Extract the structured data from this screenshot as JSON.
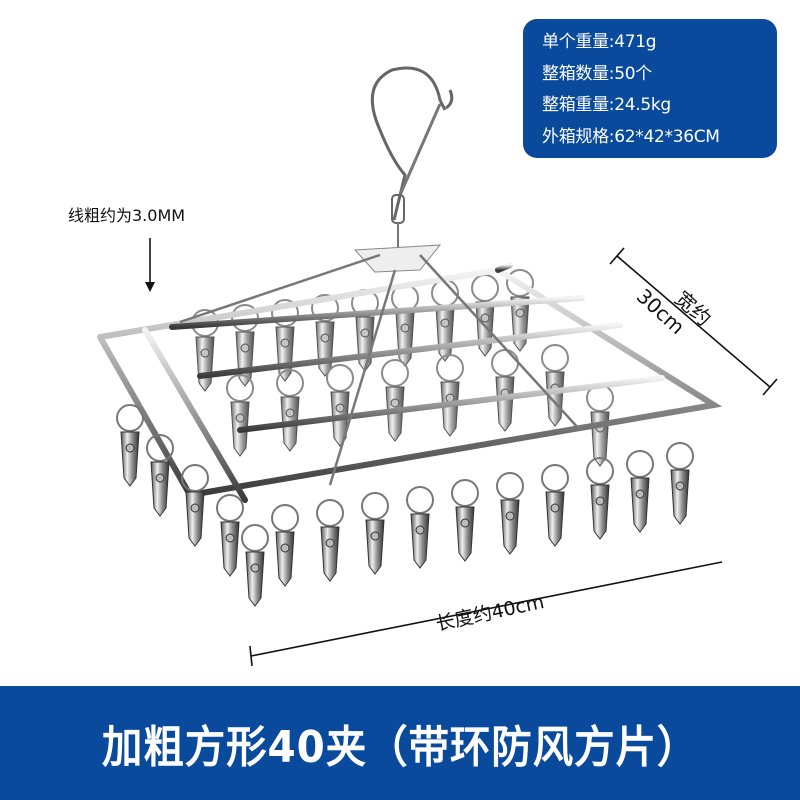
{
  "specs": {
    "lines": [
      "单个重量:471g",
      "整箱数量:50个",
      "整箱重量:24.5kg",
      "外箱规格:62*42*36CM"
    ]
  },
  "annotations": {
    "wire_thickness": "线粗约为3.0MM",
    "width_label_1": "宽约",
    "width_label_2": "30cm",
    "length_label": "长度约40cm"
  },
  "banner": {
    "title": "加粗方形40夹（带环防风方片）"
  },
  "colors": {
    "brand_blue": "#0a4a9c",
    "text_dark": "#111111",
    "text_light": "#ffffff"
  },
  "product": {
    "image": "stainless-steel-square-clothes-hanger-40-clips"
  }
}
